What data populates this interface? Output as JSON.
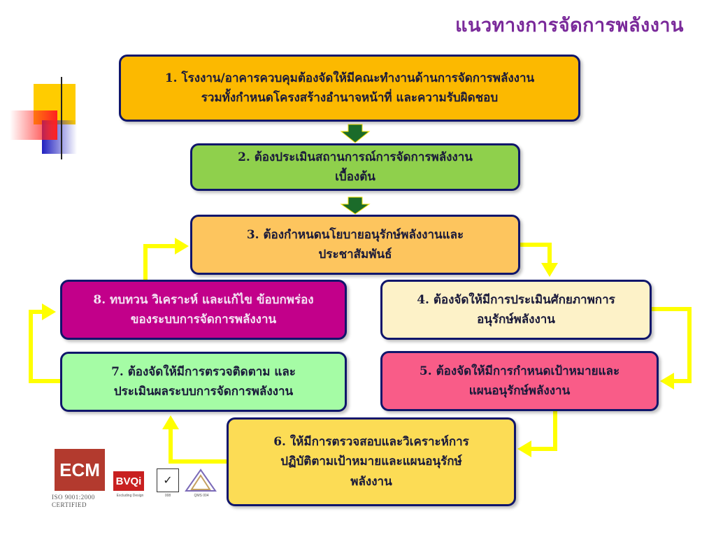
{
  "title": "แนวทางการจัดการพลังงาน",
  "steps": [
    {
      "line1": "1. โรงงาน/อาคารควบคุมต้องจัดให้มีคณะทำงานด้านการจัดการพลังงาน",
      "line2": "รวมทั้งกำหนดโครงสร้างอำนาจหน้าที่ และความรับผิดชอบ",
      "color": "#fcb900"
    },
    {
      "line1": "2. ต้องประเมินสถานการณ์การจัดการพลังงาน",
      "line2": "เบื้องต้น",
      "color": "#8fd04c"
    },
    {
      "line1": "3. ต้องกำหนดนโยบายอนุรักษ์พลังงานและ",
      "line2": "ประชาสัมพันธ์",
      "color": "#fdc55e"
    },
    {
      "line1": "4. ต้องจัดให้มีการประเมินศักยภาพการ",
      "line2": "อนุรักษ์พลังงาน",
      "color": "#fdf2c8"
    },
    {
      "line1": "5. ต้องจัดให้มีการกำหนดเป้าหมายและ",
      "line2": "แผนอนุรักษ์พลังงาน",
      "color": "#f95c88"
    },
    {
      "line1": "6. ให้มีการตรวจสอบและวิเคราะห์การ",
      "line2": "ปฏิบัติตามเป้าหมายและแผนอนุรักษ์",
      "line3": "พลังงาน",
      "color": "#fcdc55"
    },
    {
      "line1": "7. ต้องจัดให้มีการตรวจติดตาม และ",
      "line2": "ประเมินผลระบบการจัดการพลังงาน",
      "color": "#a5fca5"
    },
    {
      "line1": "8. ทบทวน วิเคราะห์ และแก้ไข ข้อบกพร่อง",
      "line2": "ของระบบการจัดการพลังงาน",
      "color": "#c2008a"
    }
  ],
  "logos": {
    "ecm_text": "ECM",
    "iso_text": "ISO 9001:2000",
    "certified_text": "CERTIFIED",
    "bv_text": "BVQi",
    "bv_sub": "Excluding Design",
    "ukas_sub": "008",
    "qmi_sub": "QMS 004"
  },
  "colors": {
    "title": "#7a2a9a",
    "box_border": "#10166b",
    "loop_arrow": "#ffff00",
    "down_arrow": "#1b6b2a"
  }
}
